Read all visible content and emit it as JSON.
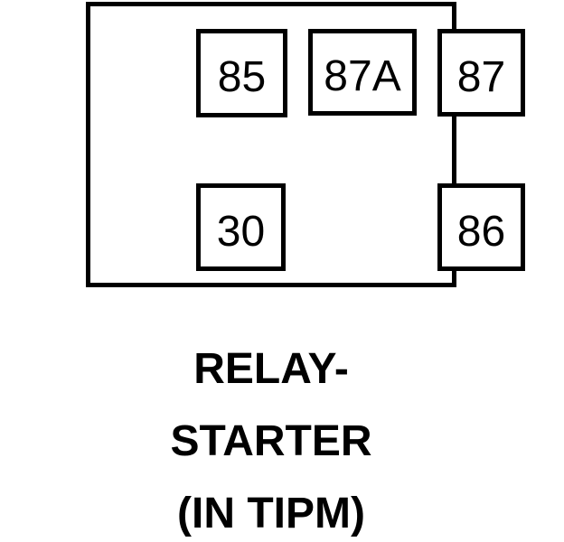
{
  "colors": {
    "background": "#ffffff",
    "line": "#000000",
    "text": "#000000"
  },
  "relay": {
    "pins": [
      {
        "label": "85"
      },
      {
        "label": "87A"
      },
      {
        "label": "87"
      },
      {
        "label": "30"
      },
      {
        "label": "86"
      }
    ],
    "caption": {
      "lines": [
        "RELAY-",
        "STARTER",
        "(IN TIPM)"
      ]
    }
  }
}
